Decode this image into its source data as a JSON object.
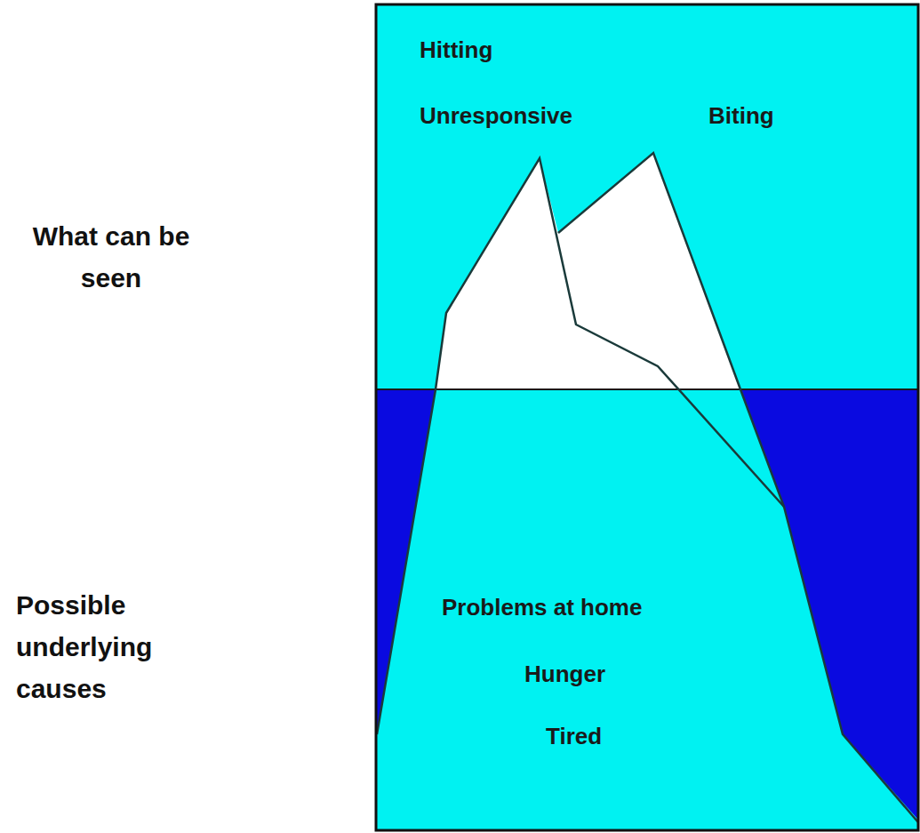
{
  "diagram": {
    "labels": [
      "Hitting",
      "Unresponsive",
      "Biting",
      "What can be seen",
      "Problems at home",
      "Hunger",
      "Tired",
      "Possible underlying causes"
    ]
  }
}
